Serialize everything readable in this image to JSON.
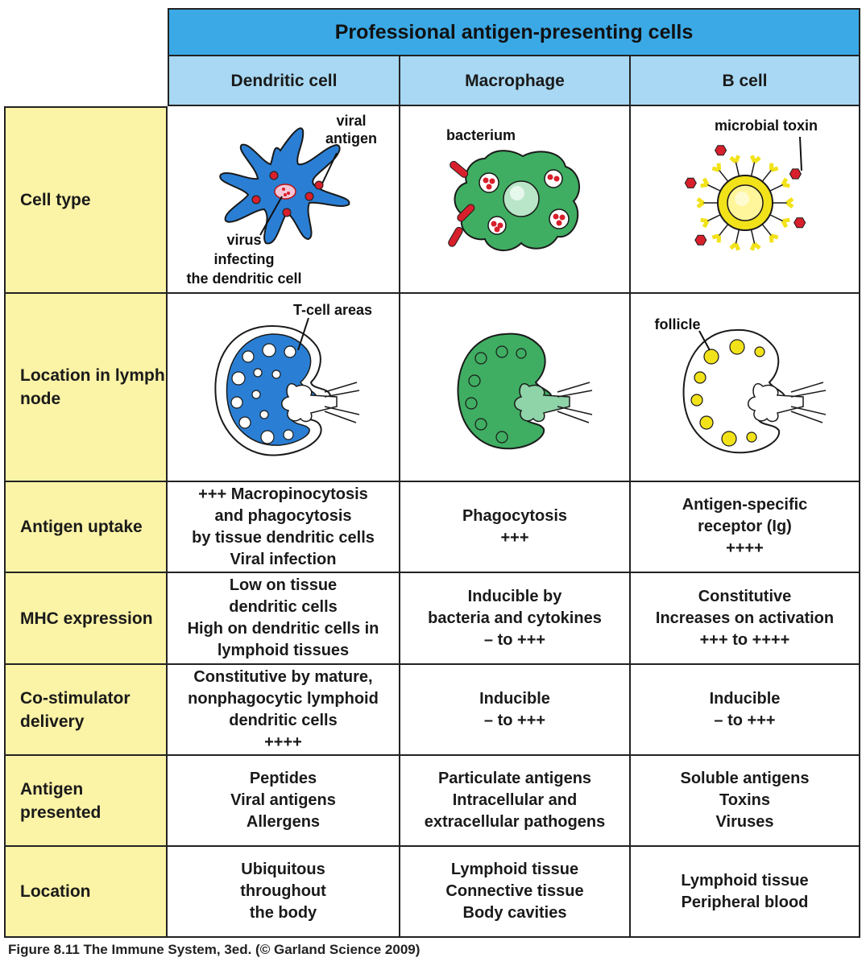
{
  "title": "Professional antigen-presenting cells",
  "columns": [
    "Dendritic cell",
    "Macrophage",
    "B cell"
  ],
  "rows": [
    {
      "label": "Cell type"
    },
    {
      "label": "Location in lymph node"
    },
    {
      "label": "Antigen uptake",
      "cells": [
        [
          "+++ Macropinocytosis",
          "and phagocytosis",
          "by tissue dendritic cells",
          "Viral infection"
        ],
        [
          "Phagocytosis",
          "+++"
        ],
        [
          "Antigen-specific",
          "receptor (Ig)",
          "++++"
        ]
      ]
    },
    {
      "label": "MHC expression",
      "cells": [
        [
          "Low on tissue",
          "dendritic cells",
          "High on dendritic cells in",
          "lymphoid tissues"
        ],
        [
          "Inducible by",
          "bacteria and cytokines",
          "– to +++"
        ],
        [
          "Constitutive",
          "Increases on activation",
          "+++ to ++++"
        ]
      ]
    },
    {
      "label": "Co-stimulator delivery",
      "cells": [
        [
          "Constitutive by mature,",
          "nonphagocytic lymphoid",
          "dendritic cells",
          "++++"
        ],
        [
          "Inducible",
          "– to +++"
        ],
        [
          "Inducible",
          "– to +++"
        ]
      ]
    },
    {
      "label": "Antigen presented",
      "cells": [
        [
          "Peptides",
          "Viral antigens",
          "Allergens"
        ],
        [
          "Particulate antigens",
          "Intracellular and",
          "extracellular pathogens"
        ],
        [
          "Soluble antigens",
          "Toxins",
          "Viruses"
        ]
      ]
    },
    {
      "label": "Location",
      "cells": [
        [
          "Ubiquitous",
          "throughout",
          "the body"
        ],
        [
          "Lymphoid tissue",
          "Connective tissue",
          "Body cavities"
        ],
        [
          "Lymphoid tissue",
          "Peripheral blood"
        ]
      ]
    }
  ],
  "figure_labels": {
    "viral_antigen": [
      "viral",
      "antigen"
    ],
    "virus_infecting": [
      "virus",
      "infecting",
      "the dendritic cell"
    ],
    "bacterium": "bacterium",
    "microbial_toxin": "microbial toxin",
    "t_cell_areas": "T-cell areas",
    "follicle": "follicle"
  },
  "caption": "Figure 8.11 The Immune System, 3ed. (© Garland Science 2009)",
  "colors": {
    "title_bg": "#3aa9e6",
    "header_bg": "#a8d8f3",
    "rowhead_bg": "#fbf3a6",
    "dendritic": "#2a7fd4",
    "macrophage": "#3fae62",
    "bcell": "#f2e21a",
    "antigen_red": "#d8202c"
  }
}
